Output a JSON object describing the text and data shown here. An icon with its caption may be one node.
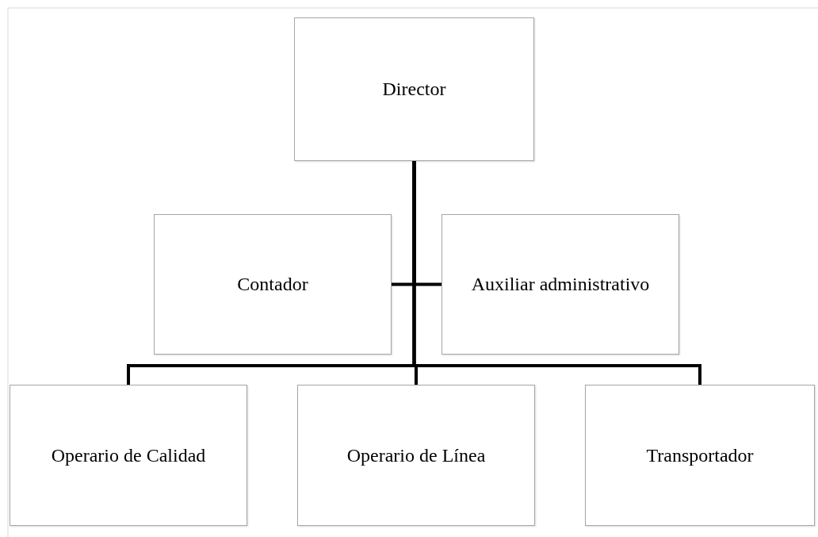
{
  "diagram": {
    "nodes": [
      {
        "text": [
          "Director"
        ]
      },
      {
        "text": [
          "Contador"
        ]
      },
      {
        "text": [
          "Auxiliar administrativo"
        ]
      },
      {
        "text": [
          "Operario de Calidad"
        ]
      },
      {
        "text": [
          "Operario de Línea"
        ]
      },
      {
        "text": [
          "Transportador"
        ]
      }
    ],
    "edges": [
      {
        "from": 0,
        "to": 1,
        "arrow": "none"
      },
      {
        "from": 0,
        "to": 2,
        "arrow": "none"
      },
      {
        "from": 0,
        "to": 3,
        "arrow": "none"
      },
      {
        "from": 0,
        "to": 4,
        "arrow": "none"
      },
      {
        "from": 0,
        "to": 5,
        "arrow": "none"
      }
    ]
  }
}
